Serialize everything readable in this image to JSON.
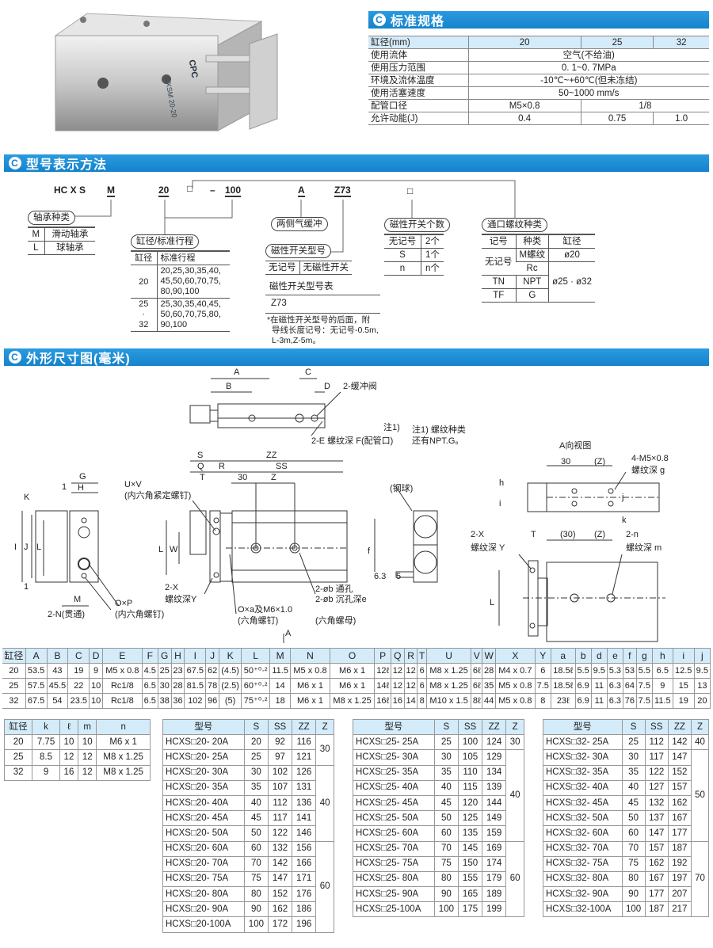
{
  "spec": {
    "title": "标准规格",
    "headers": [
      "缸径(mm)",
      "20",
      "25",
      "32"
    ],
    "rows": [
      [
        "使用流体",
        "空气(不给油)"
      ],
      [
        "使用压力范围",
        "0. 1~0. 7MPa"
      ],
      [
        "环境及流体温度",
        "-10℃~+60℃(但未冻结)"
      ],
      [
        "使用活塞速度",
        "50~1000 mm/s"
      ]
    ],
    "port": {
      "label": "配管口径",
      "v20": "M5×0.8",
      "v2532": "1/8"
    },
    "energy": {
      "label": "允许动能(J)",
      "values": [
        "0.4",
        "0.75",
        "1.0"
      ]
    }
  },
  "photo": {
    "label": "CPC",
    "model": "CXSM 20-20"
  },
  "model_section": {
    "title": "型号表示方法",
    "code": {
      "prefix": "HC X S",
      "bearing": "M",
      "bore": "20",
      "switch_count": "□",
      "dash": "–",
      "stroke": "100",
      "cushion": "A",
      "switch": "Z73",
      "thread": "□"
    },
    "bearing": {
      "title": "轴承种类",
      "rows": [
        [
          "M",
          "滑动轴承"
        ],
        [
          "L",
          "球轴承"
        ]
      ]
    },
    "bore_stroke": {
      "title": "缸径/标准行程",
      "headers": [
        "缸径",
        "标准行程"
      ],
      "rows": [
        [
          "20",
          "20,25,30,35,40,",
          "45,50,60,70,75,",
          "80,90,100"
        ],
        [
          "25\n·\n32",
          "25,30,35,40,45,",
          "50,60,70,75,80,",
          "90,100"
        ]
      ]
    },
    "cushion": {
      "title": "两侧气缓冲"
    },
    "switch_model": {
      "title": "磁性开关型号",
      "none_code": "无记号",
      "none_desc": "无磁性开关",
      "table_title": "磁性开关型号表",
      "item": "Z73",
      "note": "*在磁性开关型号的后面，附",
      "note2": "导线长度记号：无记号-0.5m,",
      "note3": "L-3m,Z-5m。"
    },
    "switch_count": {
      "title": "磁性开关个数",
      "rows": [
        [
          "无记号",
          "2个"
        ],
        [
          "S",
          "1个"
        ],
        [
          "n",
          "n个"
        ]
      ]
    },
    "thread": {
      "title": "通口螺纹种类",
      "headers": [
        "记号",
        "种类",
        "缸径"
      ],
      "none": "无记号",
      "m": "M螺纹",
      "d20": "ø20",
      "rc": "Rc",
      "tn": "TN",
      "npt": "NPT",
      "d2532": "ø25 · ø32",
      "tf": "TF",
      "g": "G"
    }
  },
  "dim_section": {
    "title": "外形尺寸图(毫米)"
  },
  "labels": [
    "A",
    "B",
    "C",
    "D",
    "2-缓冲阀",
    "2-E 螺纹深 F(配管口)",
    "注1)",
    "注1) 螺纹种类",
    "还有NPT.G。",
    "G",
    "1",
    "H",
    "K",
    "I",
    "J",
    "L",
    "1",
    "M",
    "2-N(贯通)",
    "O×P",
    "(内六角螺钉)",
    "S",
    "ZZ",
    "Q",
    "R",
    "SS",
    "T",
    "30",
    "Z",
    "U×V",
    "(内六角紧定螺钉)",
    "L",
    "W",
    "2-X",
    "螺纹深Y",
    "2-øb 通孔",
    "2-øb 沉孔深e",
    "O×a及M6×1.0",
    "(六角螺钉)",
    "(六角螺母)",
    "A",
    "(钢球)",
    "f",
    "6.3",
    "5",
    "A向视图",
    "30",
    "(Z)",
    "4-M5×0.8",
    "螺纹深 g",
    "h",
    "i",
    "j",
    "k",
    "2-X",
    "螺纹深 Y",
    "T",
    "(30)",
    "(Z)",
    "2-n",
    "螺纹深 m",
    "L"
  ],
  "dim_table": {
    "headers": [
      "缸径",
      "A",
      "B",
      "C",
      "D",
      "E",
      "F",
      "G",
      "H",
      "I",
      "J",
      "K",
      "L",
      "M",
      "N",
      "O",
      "P",
      "Q",
      "R",
      "T",
      "U",
      "V",
      "W",
      "X",
      "Y",
      "a",
      "b",
      "d",
      "e",
      "f",
      "g",
      "h",
      "i",
      "j"
    ],
    "rows": [
      [
        "20",
        "53.5",
        "43",
        "19",
        "9",
        "M5 x 0.8",
        "4.5",
        "25",
        "23",
        "67.5",
        "62",
        "(4.5)",
        "50⁺⁰·²",
        "11.5",
        "M5 x 0.8",
        "M6 x 1",
        "12ℓ",
        "12",
        "12",
        "6",
        "M8 x 1.25",
        "6ℓ",
        "28",
        "M4 x 0.7",
        "6",
        "18.5ℓ",
        "5.5",
        "9.5",
        "5.3",
        "53",
        "5.5",
        "6.5",
        "12.5",
        "9.5"
      ],
      [
        "25",
        "57.5",
        "45.5",
        "22",
        "10",
        "Rc1/8",
        "6.5",
        "30",
        "28",
        "81.5",
        "78",
        "(2.5)",
        "60⁺⁰·²",
        "14",
        "M6 x 1",
        "M6 x 1",
        "14ℓ",
        "12",
        "12",
        "6",
        "M8 x 1.25",
        "6ℓ",
        "35",
        "M5 x 0.8",
        "7.5",
        "18.5ℓ",
        "6.9",
        "11",
        "6.3",
        "64",
        "7.5",
        "9",
        "15",
        "13"
      ],
      [
        "32",
        "67.5",
        "54",
        "23.5",
        "10",
        "Rc1/8",
        "6.5",
        "38",
        "36",
        "102",
        "96",
        "(5)",
        "75⁺⁰·²",
        "18",
        "M6 x 1",
        "M8 x 1.25",
        "16ℓ",
        "16",
        "14",
        "8",
        "M10 x 1.5",
        "8ℓ",
        "44",
        "M5 x 0.8",
        "8",
        "23ℓ",
        "6.9",
        "11",
        "6.3",
        "76",
        "7.5",
        "11.5",
        "19",
        "20"
      ]
    ]
  },
  "k_table": {
    "headers": [
      "缸径",
      "k",
      "ℓ",
      "m",
      "n"
    ],
    "rows": [
      [
        "20",
        "7.75",
        "10",
        "10",
        "M6 x 1"
      ],
      [
        "25",
        "8.5",
        "12",
        "12",
        "M8 x 1.25"
      ],
      [
        "32",
        "9",
        "16",
        "12",
        "M8 x 1.25"
      ]
    ]
  },
  "stroke_tables": [
    {
      "headers": [
        "型号",
        "S",
        "SS",
        "ZZ",
        "Z"
      ],
      "rows": [
        [
          "HCXS□20- 20A",
          "20",
          "92",
          "116"
        ],
        [
          "HCXS□20- 25A",
          "25",
          "97",
          "121"
        ],
        [
          "HCXS□20- 30A",
          "30",
          "102",
          "126"
        ],
        [
          "HCXS□20- 35A",
          "35",
          "107",
          "131"
        ],
        [
          "HCXS□20- 40A",
          "40",
          "112",
          "136"
        ],
        [
          "HCXS□20- 45A",
          "45",
          "117",
          "141"
        ],
        [
          "HCXS□20- 50A",
          "50",
          "122",
          "146"
        ],
        [
          "HCXS□20- 60A",
          "60",
          "132",
          "156"
        ],
        [
          "HCXS□20- 70A",
          "70",
          "142",
          "166"
        ],
        [
          "HCXS□20- 75A",
          "75",
          "147",
          "171"
        ],
        [
          "HCXS□20- 80A",
          "80",
          "152",
          "176"
        ],
        [
          "HCXS□20- 90A",
          "90",
          "162",
          "186"
        ],
        [
          "HCXS□20-100A",
          "100",
          "172",
          "196"
        ]
      ],
      "z_groups": [
        [
          "30",
          2
        ],
        [
          "40",
          5
        ],
        [
          "60",
          6
        ]
      ]
    },
    {
      "headers": [
        "型号",
        "S",
        "SS",
        "ZZ",
        "Z"
      ],
      "rows": [
        [
          "HCXS□25- 25A",
          "25",
          "100",
          "124"
        ],
        [
          "HCXS□25- 30A",
          "30",
          "105",
          "129"
        ],
        [
          "HCXS□25- 35A",
          "35",
          "110",
          "134"
        ],
        [
          "HCXS□25- 40A",
          "40",
          "115",
          "139"
        ],
        [
          "HCXS□25- 45A",
          "45",
          "120",
          "144"
        ],
        [
          "HCXS□25- 50A",
          "50",
          "125",
          "149"
        ],
        [
          "HCXS□25- 60A",
          "60",
          "135",
          "159"
        ],
        [
          "HCXS□25- 70A",
          "70",
          "145",
          "169"
        ],
        [
          "HCXS□25- 75A",
          "75",
          "150",
          "174"
        ],
        [
          "HCXS□25- 80A",
          "80",
          "155",
          "179"
        ],
        [
          "HCXS□25- 90A",
          "90",
          "165",
          "189"
        ],
        [
          "HCXS□25-100A",
          "100",
          "175",
          "199"
        ]
      ],
      "z_groups": [
        [
          "30",
          1
        ],
        [
          "40",
          6
        ],
        [
          "60",
          5
        ]
      ]
    },
    {
      "headers": [
        "型号",
        "S",
        "SS",
        "ZZ",
        "Z"
      ],
      "rows": [
        [
          "HCXS□32- 25A",
          "25",
          "112",
          "142"
        ],
        [
          "HCXS□32- 30A",
          "30",
          "117",
          "147"
        ],
        [
          "HCXS□32- 35A",
          "35",
          "122",
          "152"
        ],
        [
          "HCXS□32- 40A",
          "40",
          "127",
          "157"
        ],
        [
          "HCXS□32- 45A",
          "45",
          "132",
          "162"
        ],
        [
          "HCXS□32- 50A",
          "50",
          "137",
          "167"
        ],
        [
          "HCXS□32- 60A",
          "60",
          "147",
          "177"
        ],
        [
          "HCXS□32- 70A",
          "70",
          "157",
          "187"
        ],
        [
          "HCXS□32- 75A",
          "75",
          "162",
          "192"
        ],
        [
          "HCXS□32- 80A",
          "80",
          "167",
          "197"
        ],
        [
          "HCXS□32- 90A",
          "90",
          "177",
          "207"
        ],
        [
          "HCXS□32-100A",
          "100",
          "187",
          "217"
        ]
      ],
      "z_groups": [
        [
          "40",
          1
        ],
        [
          "50",
          6
        ],
        [
          "70",
          5
        ]
      ]
    }
  ]
}
